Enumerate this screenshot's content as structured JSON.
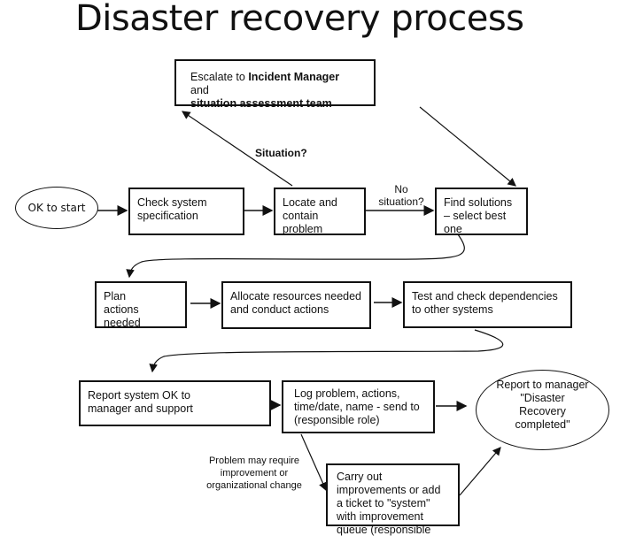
{
  "title": "Disaster recovery process",
  "nodes": {
    "escalate": {
      "pre": "Escalate to ",
      "bold1": "Incident Manager",
      "mid": " and",
      "bold2": "situation assessment team"
    },
    "ok_start": "OK to start",
    "check": "Check system specification",
    "locate": "Locate and contain problem",
    "find": "Find solutions – select best one",
    "plan": "Plan actions needed",
    "allocate": "Allocate resources needed and conduct actions",
    "test": "Test and check dependencies to other systems",
    "report_ok": "Report system OK to manager and support",
    "log": "Log problem, actions, time/date, name -  send to (responsible role)",
    "report_mgr": "Report to manager \"Disaster Recovery completed\"",
    "carry": "Carry out improvements or add a ticket to \"system\" with improvement queue (responsible role)"
  },
  "labels": {
    "situation": "Situation?",
    "no_situation": "No situation?",
    "problem_may": "Problem may require improvement or organizational change"
  }
}
